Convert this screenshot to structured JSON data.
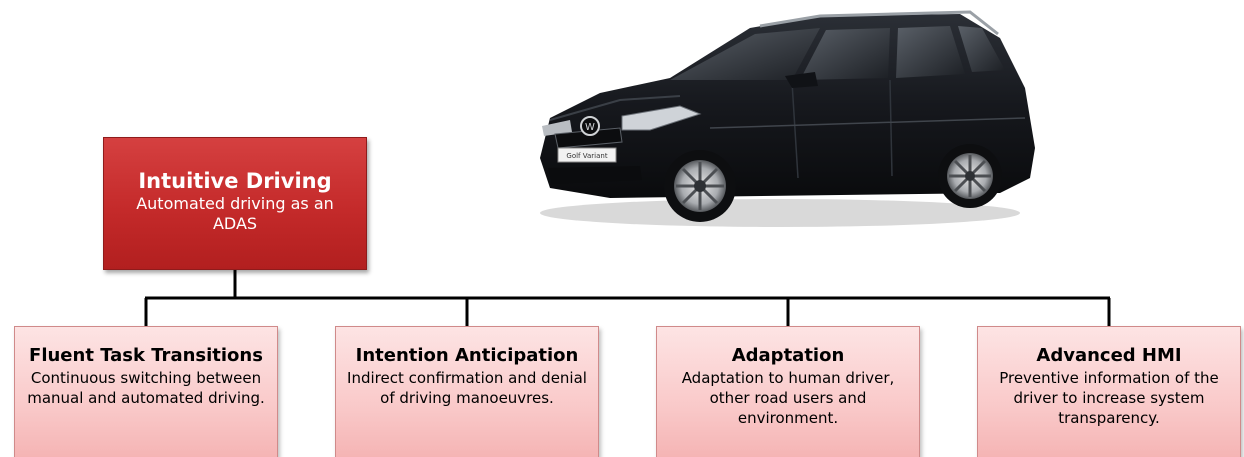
{
  "root": {
    "title": "Intuitive Driving",
    "subtitle": "Automated driving as an ADAS"
  },
  "children": [
    {
      "title": "Fluent Task Transitions",
      "description": "Continuous switching between manual and automated driving."
    },
    {
      "title": "Intention Anticipation",
      "description": "Indirect confirmation and denial of driving manoeuvres."
    },
    {
      "title": "Adaptation",
      "description": "Adaptation to human driver, other road users and environment."
    },
    {
      "title": "Advanced HMI",
      "description": "Preventive information of the driver to increase system transparency."
    }
  ],
  "car_image": {
    "plate_text": "Golf Variant",
    "body_color": "#16181d"
  },
  "colors": {
    "root_fill": "#c42a2a",
    "child_fill": "#f9c8c8",
    "connector": "#000000"
  }
}
